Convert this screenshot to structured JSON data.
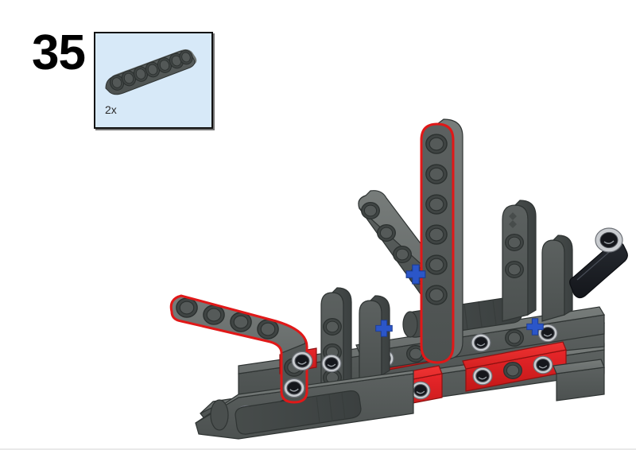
{
  "page": {
    "step_number": "35",
    "background_color": "#ffffff",
    "sheet_rule_color": "#e9e9e9"
  },
  "callout": {
    "quantity_label": "2x",
    "background_color": "#d7e9f8",
    "border_color": "#111111",
    "part": {
      "name": "technic-liftarm-1x7",
      "holes": 7,
      "color": "#5c6160",
      "color_name": "dark-bluish-gray"
    }
  },
  "assembly": {
    "name": "technic-chassis-assembly",
    "view": "isometric",
    "highlight_color": "#e01818",
    "colors": {
      "dark_gray": "#5c6160",
      "dark_gray_light": "#6e7372",
      "dark_gray_dark": "#4a4f4e",
      "dark_gray_darker": "#3d4241",
      "red": "#e02020",
      "red_dark": "#a81414",
      "blue": "#2b56c8",
      "black": "#16181c",
      "black_light": "#24272c",
      "pin_ring": "#c9ccd0",
      "pin_hole": "#111318",
      "outline": "#2a2d2c"
    },
    "new_parts": [
      {
        "name": "liftarm-left-highlighted",
        "holes": 7,
        "orientation": "diagonal",
        "highlighted": true
      },
      {
        "name": "liftarm-right-highlighted",
        "holes": 7,
        "orientation": "vertical",
        "highlighted": true
      }
    ]
  }
}
